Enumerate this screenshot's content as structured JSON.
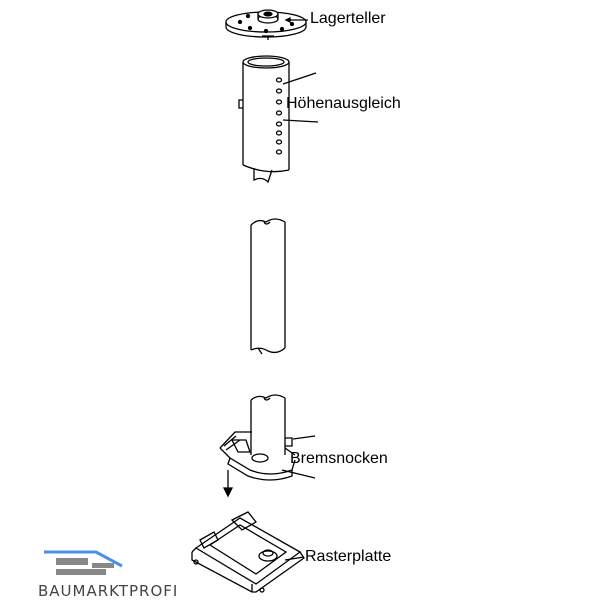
{
  "labels": {
    "lagerteller": "Lagerteller",
    "hoehenausgleich": "Höhenausgleich",
    "bremsnocken": "Bremsnocken",
    "rasterplatte": "Rasterplatte"
  },
  "logo": {
    "text": "BAUMARKTPROFI",
    "accent_color": "#4a90e2"
  }
}
